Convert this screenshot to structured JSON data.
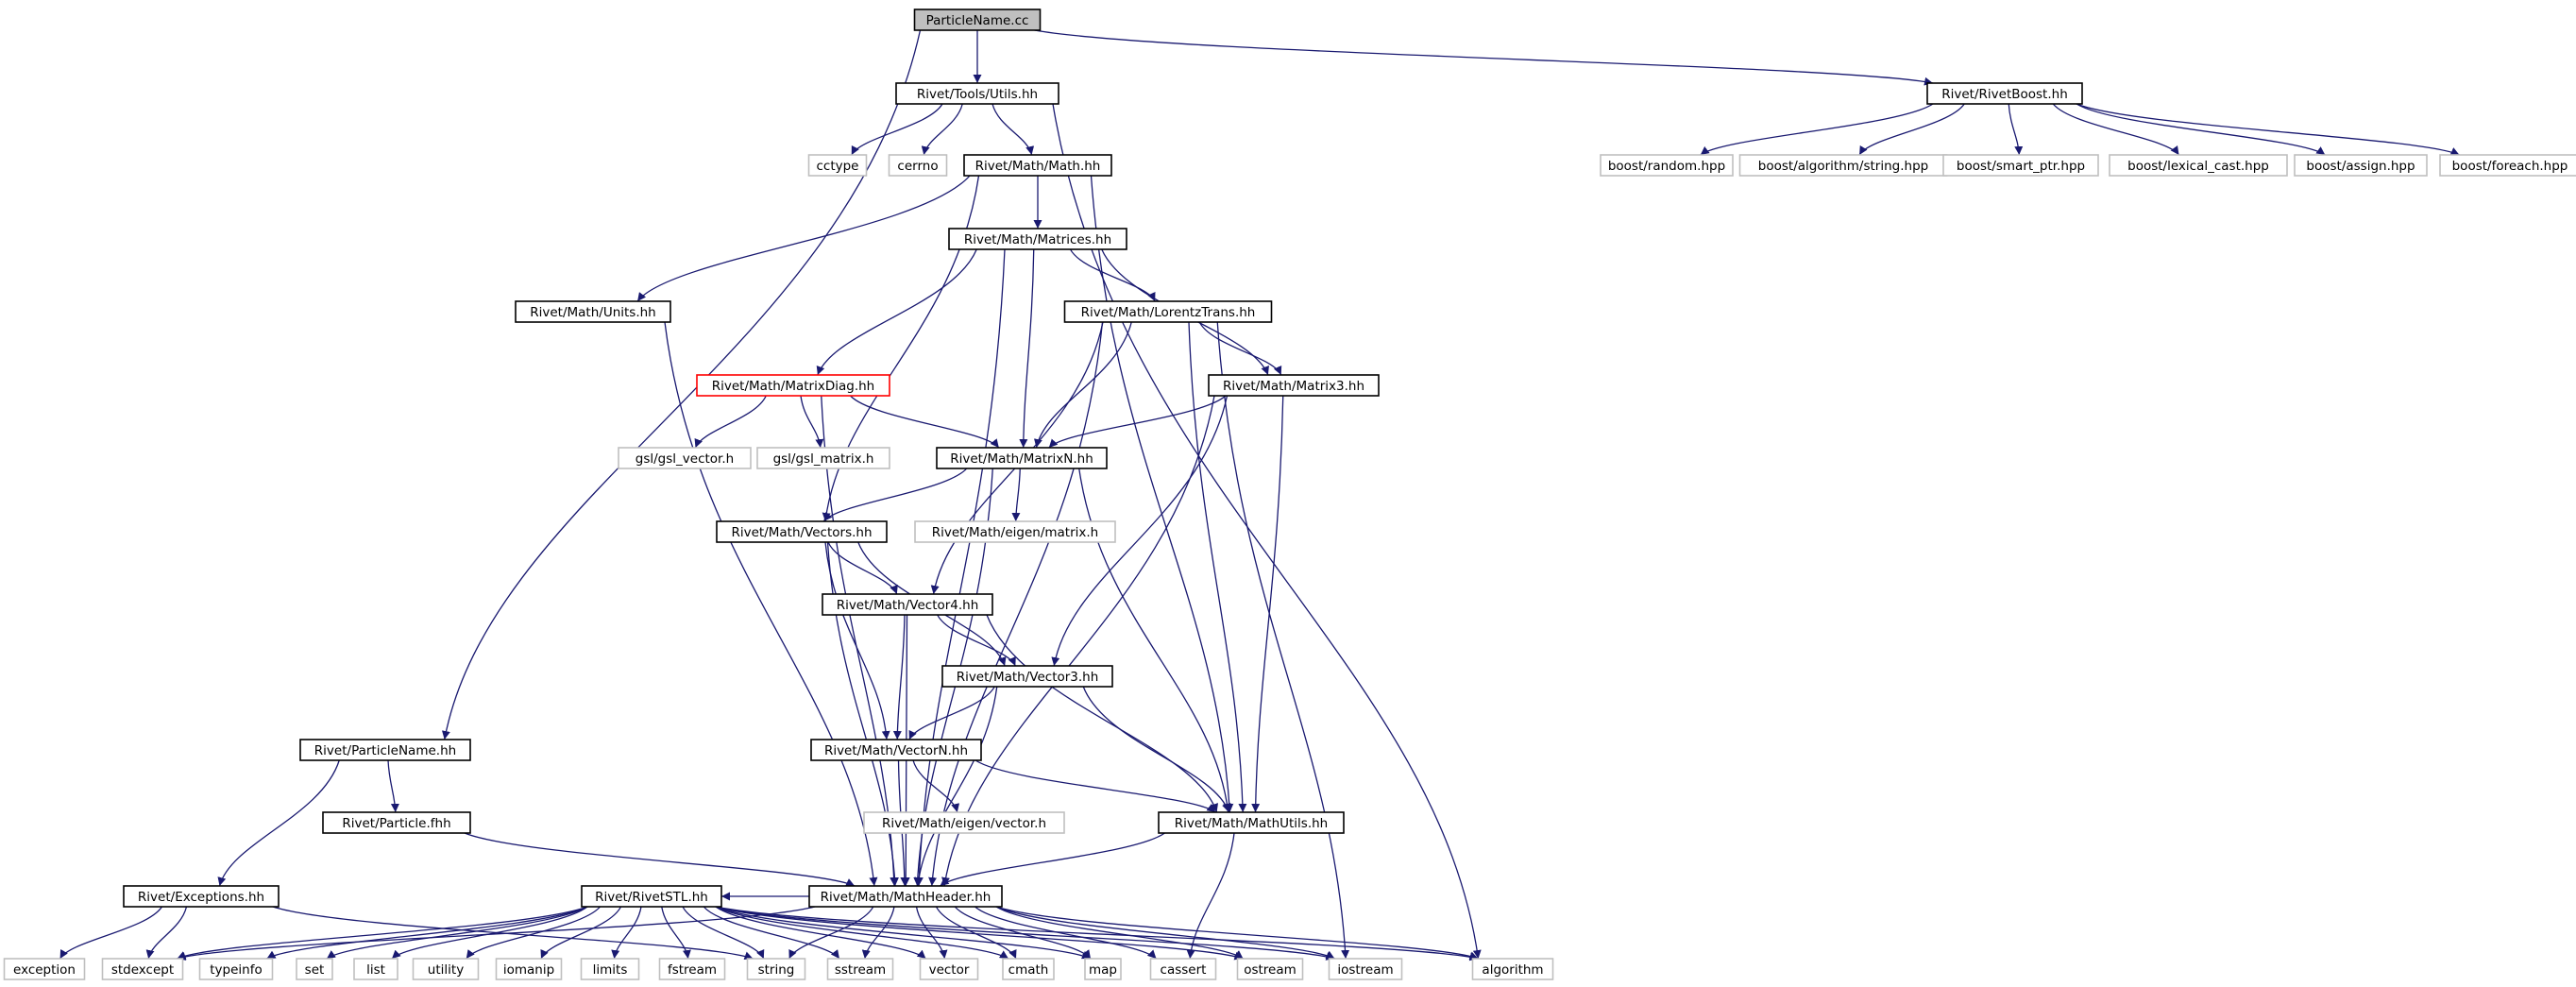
{
  "colors": {
    "edge": "#191970",
    "box_border": "#000000",
    "missing_border": "#bfbfbf",
    "root_fill": "#bfbfbf",
    "highlight_border": "#ff0000",
    "text": "#000000"
  },
  "nodes": [
    {
      "id": "particlename_cc",
      "label": "ParticleName.cc",
      "style": "root"
    },
    {
      "id": "tools_utils",
      "label": "Rivet/Tools/Utils.hh",
      "style": "file"
    },
    {
      "id": "rivetboost",
      "label": "Rivet/RivetBoost.hh",
      "style": "file"
    },
    {
      "id": "cctype",
      "label": "cctype",
      "style": "system"
    },
    {
      "id": "cerrno",
      "label": "cerrno",
      "style": "system"
    },
    {
      "id": "math_hh",
      "label": "Rivet/Math/Math.hh",
      "style": "file"
    },
    {
      "id": "boost_random",
      "label": "boost/random.hpp",
      "style": "system"
    },
    {
      "id": "boost_algo",
      "label": "boost/algorithm/string.hpp",
      "style": "system"
    },
    {
      "id": "boost_smartptr",
      "label": "boost/smart_ptr.hpp",
      "style": "system"
    },
    {
      "id": "boost_lexical",
      "label": "boost/lexical_cast.hpp",
      "style": "system"
    },
    {
      "id": "boost_assign",
      "label": "boost/assign.hpp",
      "style": "system"
    },
    {
      "id": "boost_foreach",
      "label": "boost/foreach.hpp",
      "style": "system"
    },
    {
      "id": "matrices",
      "label": "Rivet/Math/Matrices.hh",
      "style": "file"
    },
    {
      "id": "units",
      "label": "Rivet/Math/Units.hh",
      "style": "file"
    },
    {
      "id": "lorentz",
      "label": "Rivet/Math/LorentzTrans.hh",
      "style": "file"
    },
    {
      "id": "matrixdiag",
      "label": "Rivet/Math/MatrixDiag.hh",
      "style": "highlight"
    },
    {
      "id": "matrix3",
      "label": "Rivet/Math/Matrix3.hh",
      "style": "file"
    },
    {
      "id": "gsl_vector",
      "label": "gsl/gsl_vector.h",
      "style": "system"
    },
    {
      "id": "gsl_matrix",
      "label": "gsl/gsl_matrix.h",
      "style": "system"
    },
    {
      "id": "matrixn",
      "label": "Rivet/Math/MatrixN.hh",
      "style": "file"
    },
    {
      "id": "vectors",
      "label": "Rivet/Math/Vectors.hh",
      "style": "file"
    },
    {
      "id": "eigen_matrix",
      "label": "Rivet/Math/eigen/matrix.h",
      "style": "system"
    },
    {
      "id": "vector4",
      "label": "Rivet/Math/Vector4.hh",
      "style": "file"
    },
    {
      "id": "vector3",
      "label": "Rivet/Math/Vector3.hh",
      "style": "file"
    },
    {
      "id": "particlename_hh",
      "label": "Rivet/ParticleName.hh",
      "style": "file"
    },
    {
      "id": "vectorn",
      "label": "Rivet/Math/VectorN.hh",
      "style": "file"
    },
    {
      "id": "particle_fhh",
      "label": "Rivet/Particle.fhh",
      "style": "file"
    },
    {
      "id": "eigen_vector",
      "label": "Rivet/Math/eigen/vector.h",
      "style": "system"
    },
    {
      "id": "mathutils",
      "label": "Rivet/Math/MathUtils.hh",
      "style": "file"
    },
    {
      "id": "exceptions",
      "label": "Rivet/Exceptions.hh",
      "style": "file"
    },
    {
      "id": "rivetstl",
      "label": "Rivet/RivetSTL.hh",
      "style": "file"
    },
    {
      "id": "mathheader",
      "label": "Rivet/Math/MathHeader.hh",
      "style": "file"
    },
    {
      "id": "exception",
      "label": "exception",
      "style": "system"
    },
    {
      "id": "stdexcept",
      "label": "stdexcept",
      "style": "system"
    },
    {
      "id": "typeinfo",
      "label": "typeinfo",
      "style": "system"
    },
    {
      "id": "set",
      "label": "set",
      "style": "system"
    },
    {
      "id": "list",
      "label": "list",
      "style": "system"
    },
    {
      "id": "utility",
      "label": "utility",
      "style": "system"
    },
    {
      "id": "iomanip",
      "label": "iomanip",
      "style": "system"
    },
    {
      "id": "limits",
      "label": "limits",
      "style": "system"
    },
    {
      "id": "fstream",
      "label": "fstream",
      "style": "system"
    },
    {
      "id": "string",
      "label": "string",
      "style": "system"
    },
    {
      "id": "sstream",
      "label": "sstream",
      "style": "system"
    },
    {
      "id": "vector",
      "label": "vector",
      "style": "system"
    },
    {
      "id": "cmath",
      "label": "cmath",
      "style": "system"
    },
    {
      "id": "map",
      "label": "map",
      "style": "system"
    },
    {
      "id": "cassert",
      "label": "cassert",
      "style": "system"
    },
    {
      "id": "ostream",
      "label": "ostream",
      "style": "system"
    },
    {
      "id": "iostream",
      "label": "iostream",
      "style": "system"
    },
    {
      "id": "algorithm",
      "label": "algorithm",
      "style": "system"
    }
  ],
  "edges": [
    [
      "particlename_cc",
      "tools_utils"
    ],
    [
      "particlename_cc",
      "rivetboost"
    ],
    [
      "particlename_cc",
      "particlename_hh"
    ],
    [
      "tools_utils",
      "cctype"
    ],
    [
      "tools_utils",
      "cerrno"
    ],
    [
      "tools_utils",
      "math_hh"
    ],
    [
      "tools_utils",
      "algorithm"
    ],
    [
      "rivetboost",
      "boost_random"
    ],
    [
      "rivetboost",
      "boost_algo"
    ],
    [
      "rivetboost",
      "boost_smartptr"
    ],
    [
      "rivetboost",
      "boost_lexical"
    ],
    [
      "rivetboost",
      "boost_assign"
    ],
    [
      "rivetboost",
      "boost_foreach"
    ],
    [
      "math_hh",
      "matrices"
    ],
    [
      "math_hh",
      "units"
    ],
    [
      "math_hh",
      "vectors"
    ],
    [
      "math_hh",
      "mathutils"
    ],
    [
      "matrices",
      "lorentz"
    ],
    [
      "matrices",
      "matrixdiag"
    ],
    [
      "matrices",
      "matrix3"
    ],
    [
      "matrices",
      "matrixn"
    ],
    [
      "matrices",
      "mathheader"
    ],
    [
      "units",
      "mathheader"
    ],
    [
      "lorentz",
      "matrix3"
    ],
    [
      "lorentz",
      "matrixn"
    ],
    [
      "lorentz",
      "vector4"
    ],
    [
      "lorentz",
      "mathutils"
    ],
    [
      "lorentz",
      "mathheader"
    ],
    [
      "lorentz",
      "iostream"
    ],
    [
      "matrixdiag",
      "gsl_vector"
    ],
    [
      "matrixdiag",
      "gsl_matrix"
    ],
    [
      "matrixdiag",
      "matrixn"
    ],
    [
      "matrixdiag",
      "mathheader"
    ],
    [
      "matrix3",
      "matrixn"
    ],
    [
      "matrix3",
      "vector3"
    ],
    [
      "matrix3",
      "mathutils"
    ],
    [
      "matrix3",
      "mathheader"
    ],
    [
      "matrixn",
      "eigen_matrix"
    ],
    [
      "matrixn",
      "vectors"
    ],
    [
      "matrixn",
      "mathutils"
    ],
    [
      "matrixn",
      "mathheader"
    ],
    [
      "vectors",
      "vector4"
    ],
    [
      "vectors",
      "vector3"
    ],
    [
      "vectors",
      "vectorn"
    ],
    [
      "vectors",
      "mathheader"
    ],
    [
      "vector4",
      "vector3"
    ],
    [
      "vector4",
      "vectorn"
    ],
    [
      "vector4",
      "mathutils"
    ],
    [
      "vector4",
      "mathheader"
    ],
    [
      "vector3",
      "vectorn"
    ],
    [
      "vector3",
      "mathutils"
    ],
    [
      "vector3",
      "mathheader"
    ],
    [
      "vectorn",
      "eigen_vector"
    ],
    [
      "vectorn",
      "mathutils"
    ],
    [
      "vectorn",
      "mathheader"
    ],
    [
      "mathutils",
      "mathheader"
    ],
    [
      "mathutils",
      "cassert"
    ],
    [
      "particlename_hh",
      "particle_fhh"
    ],
    [
      "particlename_hh",
      "exceptions"
    ],
    [
      "particle_fhh",
      "mathheader"
    ],
    [
      "exceptions",
      "exception"
    ],
    [
      "exceptions",
      "stdexcept"
    ],
    [
      "exceptions",
      "string"
    ],
    [
      "rivetstl",
      "stdexcept"
    ],
    [
      "rivetstl",
      "typeinfo"
    ],
    [
      "rivetstl",
      "set"
    ],
    [
      "rivetstl",
      "list"
    ],
    [
      "rivetstl",
      "utility"
    ],
    [
      "rivetstl",
      "iomanip"
    ],
    [
      "rivetstl",
      "limits"
    ],
    [
      "rivetstl",
      "fstream"
    ],
    [
      "rivetstl",
      "string"
    ],
    [
      "rivetstl",
      "sstream"
    ],
    [
      "rivetstl",
      "vector"
    ],
    [
      "rivetstl",
      "cmath"
    ],
    [
      "rivetstl",
      "map"
    ],
    [
      "rivetstl",
      "ostream"
    ],
    [
      "rivetstl",
      "iostream"
    ],
    [
      "rivetstl",
      "algorithm"
    ],
    [
      "mathheader",
      "rivetstl"
    ],
    [
      "mathheader",
      "stdexcept"
    ],
    [
      "mathheader",
      "string"
    ],
    [
      "mathheader",
      "sstream"
    ],
    [
      "mathheader",
      "vector"
    ],
    [
      "mathheader",
      "cmath"
    ],
    [
      "mathheader",
      "map"
    ],
    [
      "mathheader",
      "cassert"
    ],
    [
      "mathheader",
      "ostream"
    ],
    [
      "mathheader",
      "iostream"
    ],
    [
      "mathheader",
      "algorithm"
    ]
  ]
}
